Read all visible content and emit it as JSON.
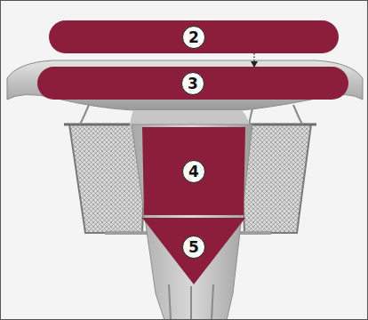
{
  "diagram": {
    "nodes": [
      {
        "text": [
          "2"
        ]
      },
      {
        "text": [
          "3"
        ]
      },
      {
        "text": [
          "4"
        ]
      },
      {
        "text": [
          "5"
        ]
      }
    ],
    "edges": [
      {
        "from": 0,
        "to": 1,
        "arrow": "to"
      }
    ]
  }
}
